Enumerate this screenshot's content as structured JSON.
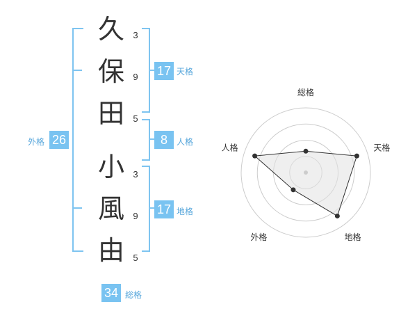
{
  "surname": [
    {
      "char": "久",
      "strokes": "3"
    },
    {
      "char": "保",
      "strokes": "9"
    },
    {
      "char": "田",
      "strokes": "5"
    }
  ],
  "given_name": [
    {
      "char": "小",
      "strokes": "3"
    },
    {
      "char": "風",
      "strokes": "9"
    },
    {
      "char": "由",
      "strokes": "5"
    }
  ],
  "scores": {
    "tenkaku": {
      "value": "17",
      "label": "天格"
    },
    "jinkaku": {
      "value": "8",
      "label": "人格"
    },
    "chikaku": {
      "value": "17",
      "label": "地格"
    },
    "gaikaku": {
      "value": "26",
      "label": "外格"
    },
    "soukaku": {
      "value": "34",
      "label": "総格"
    }
  },
  "colors": {
    "accent": "#79c3f1",
    "bracket": "#7ec4f0",
    "ring": "#cccccc",
    "fill": "#eeeeee"
  },
  "chart_data": {
    "type": "radar",
    "axes": [
      "総格",
      "天格",
      "地格",
      "外格",
      "人格"
    ],
    "values": [
      0.33,
      0.83,
      0.83,
      0.33,
      0.83
    ],
    "range": [
      0,
      1
    ],
    "rings": 4
  }
}
